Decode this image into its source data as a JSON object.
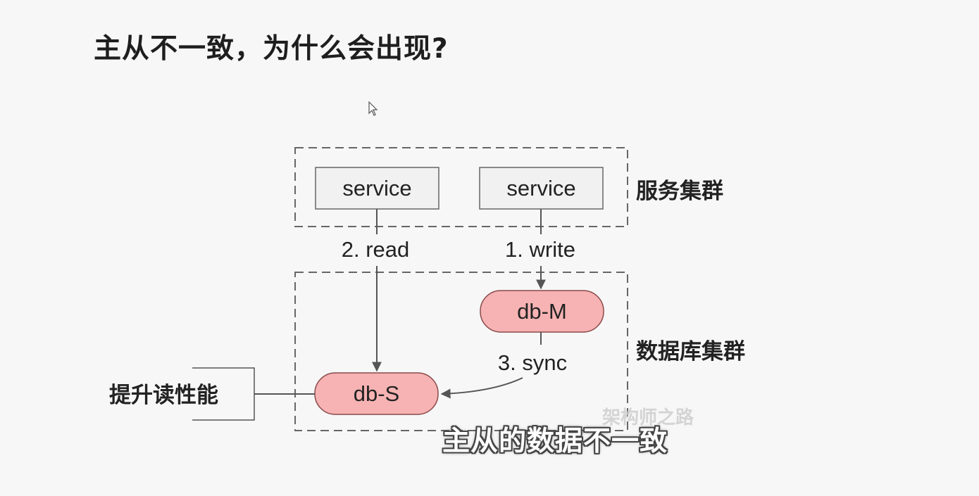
{
  "title": "主从不一致，为什么会出现?",
  "diagram": {
    "service_left": "service",
    "service_right": "service",
    "service_cluster_label": "服务集群",
    "db_cluster_label": "数据库集群",
    "db_master": "db-M",
    "db_slave": "db-S",
    "read_label": "2. read",
    "write_label": "1. write",
    "sync_label": "3. sync",
    "boost_label": "提升读性能",
    "node_fill": "#f7b3b3",
    "node_stroke": "#8a4a4a"
  },
  "watermark": "架构师之路",
  "subtitle": "主从的数据不一致"
}
